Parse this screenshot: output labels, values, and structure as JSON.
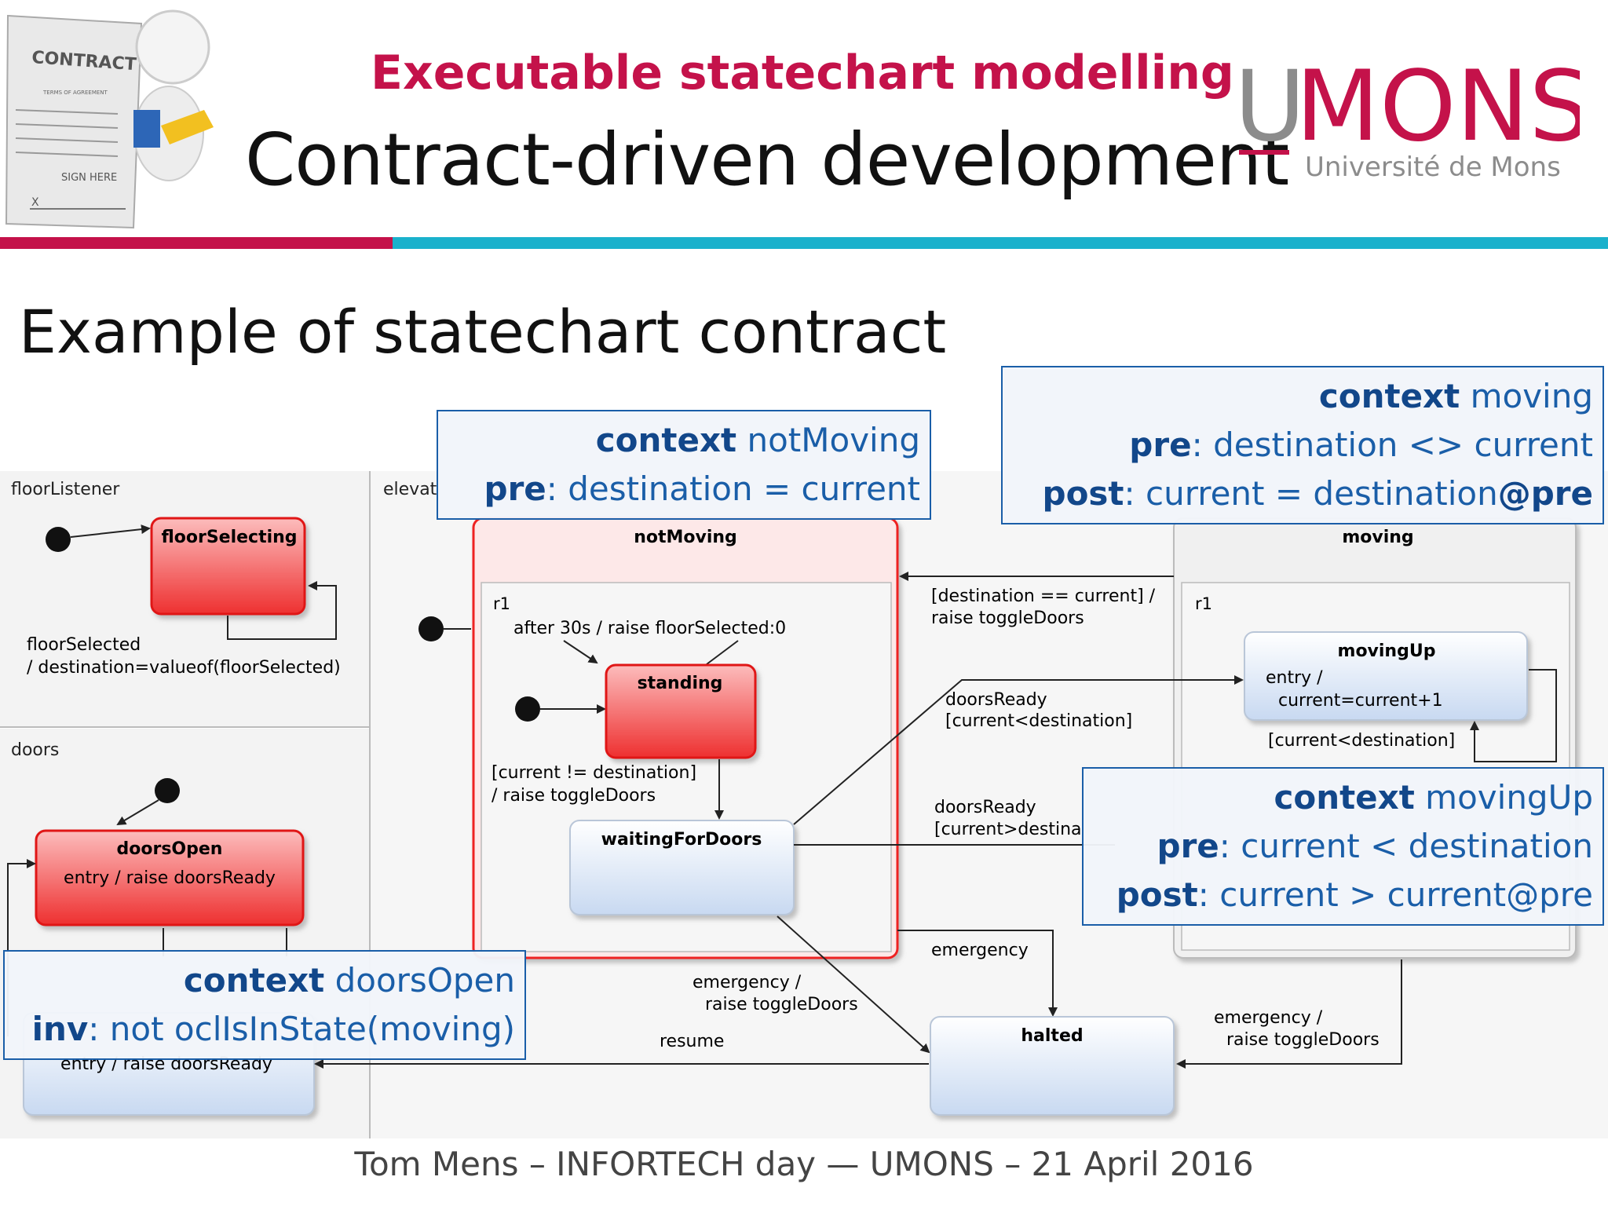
{
  "header": {
    "subtitle": "Executable statechart modelling",
    "title": "Contract-driven development"
  },
  "logo": {
    "name": "UMONS",
    "tagline": "Université de Mons",
    "clipart_text": [
      "CONTRACT",
      "TERMS OF AGREEMENT",
      "SIGN HERE",
      "X"
    ]
  },
  "slide_heading": "Example of statechart contract",
  "diagram": {
    "regions": {
      "floor_listener": "floorListener",
      "doors": "doors",
      "elevator": "elevat",
      "r1_not_moving": "r1",
      "r1_moving": "r1"
    },
    "states": {
      "floor_selecting": "floorSelecting",
      "doors_open": "doorsOpen",
      "doors_open_entry": "entry / raise doorsReady",
      "doors_closed_entry": "entry / raise doorsReady",
      "not_moving": "notMoving",
      "standing": "standing",
      "waiting_for_doors": "waitingForDoors",
      "moving": "moving",
      "moving_up": "movingUp",
      "moving_up_entry_1": "entry /",
      "moving_up_entry_2": "current=current+1",
      "halted": "halted"
    },
    "transitions": {
      "floor_selected_1": "floorSelected",
      "floor_selected_2": "/ destination=valueof(floorSelected)",
      "after_30s": "after 30s / raise floorSelected:0",
      "current_ne_dest_1": "[current != destination]",
      "current_ne_dest_2": "/ raise toggleDoors",
      "dest_eq_current_1": "[destination == current] /",
      "dest_eq_current_2": "raise toggleDoors",
      "doors_ready_up_1": "doorsReady",
      "doors_ready_up_2": "[current<destination]",
      "moving_up_self": "[current<destination]",
      "doors_ready_down_1": "doorsReady",
      "doors_ready_down_2": "[current>destina",
      "emergency": "emergency",
      "emergency_toggle_1": "emergency /",
      "emergency_toggle_2": "raise toggleDoors",
      "resume": "resume",
      "emergency_moving_1": "emergency /",
      "emergency_moving_2": "raise toggleDoors"
    }
  },
  "contracts": {
    "not_moving": {
      "kw1": "context",
      "v1": " notMoving",
      "kw2": "pre",
      "v2": ": destination = current"
    },
    "moving": {
      "kw1": "context",
      "v1": " moving",
      "kw2": "pre",
      "v2": ": destination <> current",
      "kw3": "post",
      "v3": ": current = destination",
      "kw3b": "@pre"
    },
    "moving_up": {
      "kw1": "context",
      "v1": " movingUp",
      "kw2": "pre",
      "v2": ": current < destination",
      "kw3": "post",
      "v3": ": current > current@pre"
    },
    "doors_open": {
      "kw1": "context",
      "v1": " doorsOpen",
      "kw2": "inv",
      "v2": ": not oclIsInState(moving)"
    }
  },
  "footer": "Tom Mens – INFORTECH day — UMONS – 21 April 2016",
  "colors": {
    "accent_red": "#c4124a",
    "accent_teal": "#1ab1cc",
    "contract_blue": "#1a5ea8",
    "state_red": "#ee3b3b",
    "state_blue": "#dfe9f7"
  }
}
